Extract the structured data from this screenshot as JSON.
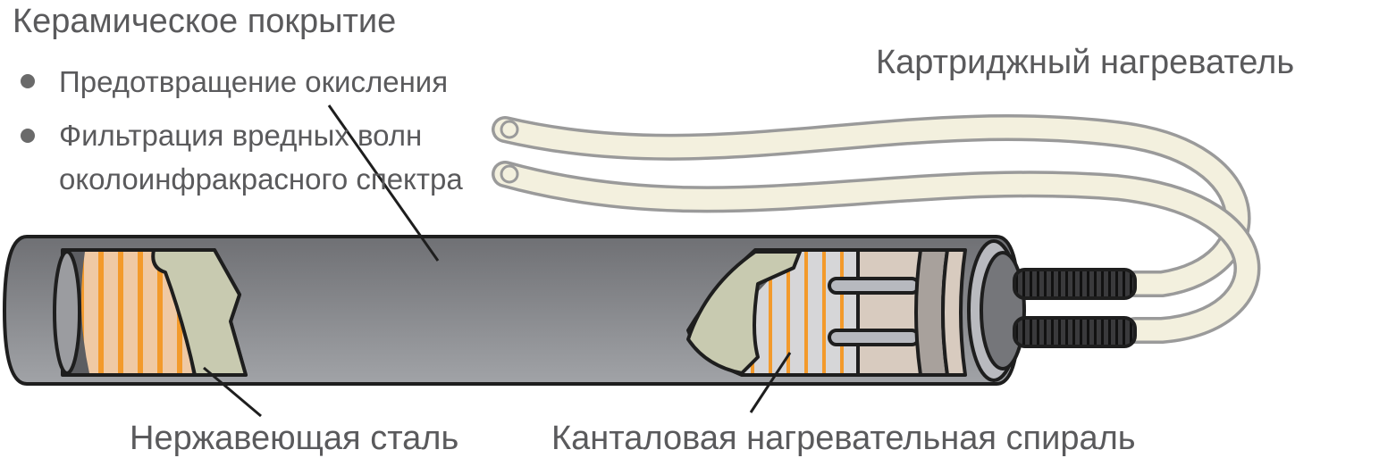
{
  "labels": {
    "coating_title": "Керамическое покрытие",
    "bullet_1": "Предотвращение окисления",
    "bullet_2_line1": "Фильтрация вредных волн",
    "bullet_2_line2": "околоинфракрасного спектра",
    "heater_title": "Картриджный нагреватель",
    "steel": "Нержавеющая сталь",
    "coil": "Канталовая нагревательная спираль"
  },
  "colors": {
    "tube": "#818287",
    "coil": "#f39a2b",
    "insulation": "#c8cab0",
    "wire": "#f3f0de",
    "text": "#5a5a5c"
  }
}
